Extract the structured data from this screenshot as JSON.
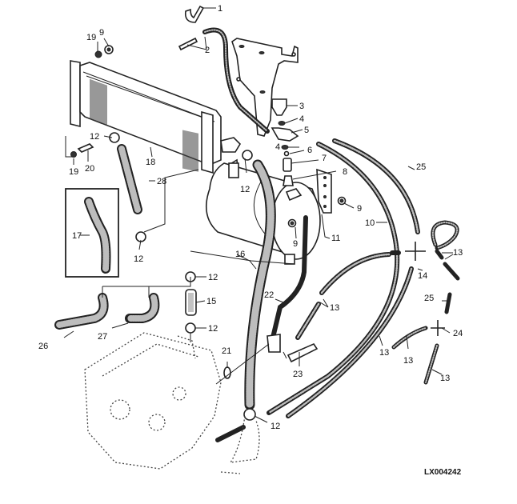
{
  "diagram": {
    "title": "Oil cooler and hydraulic line assembly (exploded view)",
    "reference_code": "LX004242",
    "callouts": [
      {
        "id": "c1",
        "label": "1",
        "part": "hose clip"
      },
      {
        "id": "c2",
        "label": "2",
        "part": "hose / pin"
      },
      {
        "id": "c3",
        "label": "3",
        "part": "banjo bolt"
      },
      {
        "id": "c4a",
        "label": "4",
        "part": "washer (upper)"
      },
      {
        "id": "c4b",
        "label": "4",
        "part": "washer (lower)"
      },
      {
        "id": "c5",
        "label": "5",
        "part": "banjo fitting"
      },
      {
        "id": "c6",
        "label": "6",
        "part": "o-ring"
      },
      {
        "id": "c7",
        "label": "7",
        "part": "spring"
      },
      {
        "id": "c8",
        "label": "8",
        "part": "valve"
      },
      {
        "id": "c9a",
        "label": "9",
        "part": "nut (top)"
      },
      {
        "id": "c9b",
        "label": "9",
        "part": "nut (bracket)"
      },
      {
        "id": "c9c",
        "label": "9",
        "part": "nut (tank)"
      },
      {
        "id": "c10",
        "label": "10",
        "part": "line"
      },
      {
        "id": "c11",
        "label": "11",
        "part": "reservoir tank"
      },
      {
        "id": "c12a",
        "label": "12",
        "part": "clamp (cooler)"
      },
      {
        "id": "c12b",
        "label": "12",
        "part": "clamp (tank neck)"
      },
      {
        "id": "c12c",
        "label": "12",
        "part": "clamp (hose 28 lower)"
      },
      {
        "id": "c12d",
        "label": "12",
        "part": "clamp (hose 15 upper)"
      },
      {
        "id": "c12e",
        "label": "12",
        "part": "clamp (hose 15 lower)"
      },
      {
        "id": "c12f",
        "label": "12",
        "part": "clamp (hose 16 lower)"
      },
      {
        "id": "c13a",
        "label": "13",
        "part": "line (right loop)"
      },
      {
        "id": "c13b",
        "label": "13",
        "part": "line (middle pair)"
      },
      {
        "id": "c13c",
        "label": "13",
        "part": "line (long)"
      },
      {
        "id": "c13d",
        "label": "13",
        "part": "line (short curved)"
      },
      {
        "id": "c13e",
        "label": "13",
        "part": "line (straight)"
      },
      {
        "id": "c14",
        "label": "14",
        "part": "cross fitting"
      },
      {
        "id": "c15",
        "label": "15",
        "part": "hose (straight short)"
      },
      {
        "id": "c16",
        "label": "16",
        "part": "hose (long)"
      },
      {
        "id": "c17",
        "label": "17",
        "part": "hose (bent, inset)"
      },
      {
        "id": "c18",
        "label": "18",
        "part": "oil cooler"
      },
      {
        "id": "c19a",
        "label": "19",
        "part": "washer (top)"
      },
      {
        "id": "c19b",
        "label": "19",
        "part": "washer (bottom)"
      },
      {
        "id": "c20",
        "label": "20",
        "part": "bolt"
      },
      {
        "id": "c21",
        "label": "21",
        "part": "washer"
      },
      {
        "id": "c22",
        "label": "22",
        "part": "support bracket"
      },
      {
        "id": "c23",
        "label": "23",
        "part": "bolt"
      },
      {
        "id": "c24",
        "label": "24",
        "part": "tee fitting"
      },
      {
        "id": "c25a",
        "label": "25",
        "part": "line (long)"
      },
      {
        "id": "c25b",
        "label": "25",
        "part": "line (short)"
      },
      {
        "id": "c26",
        "label": "26",
        "part": "elbow hose"
      },
      {
        "id": "c27",
        "label": "27",
        "part": "elbow hose"
      },
      {
        "id": "c28",
        "label": "28",
        "part": "hose"
      }
    ]
  }
}
